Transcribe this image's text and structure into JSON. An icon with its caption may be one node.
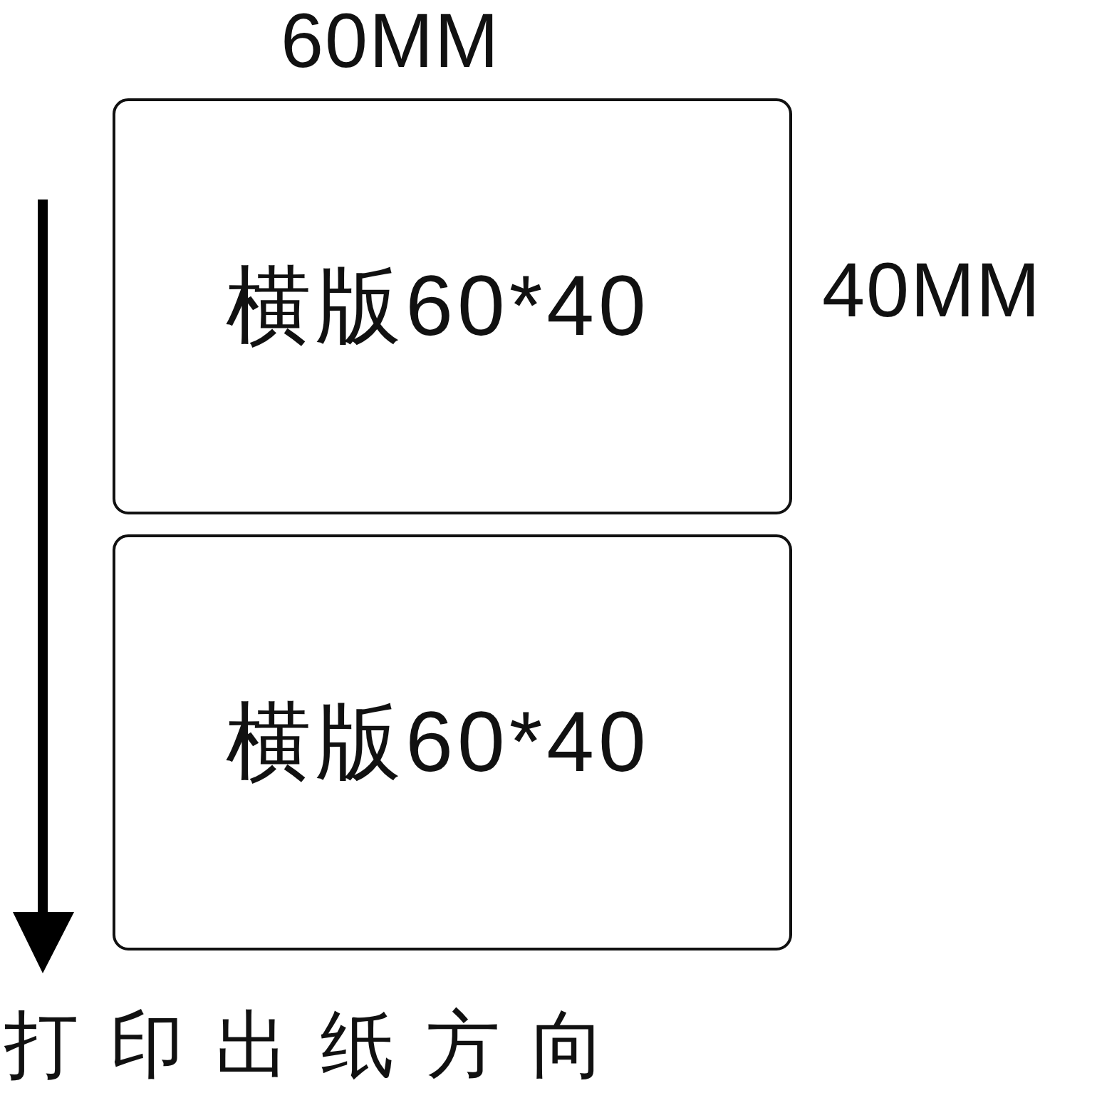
{
  "diagram": {
    "nodes": [
      {
        "text": [
          "横版60*40"
        ]
      },
      {
        "text": [
          "横版60*40"
        ]
      }
    ],
    "labels": [
      "60MM",
      "40MM",
      "打印出纸方向"
    ]
  }
}
